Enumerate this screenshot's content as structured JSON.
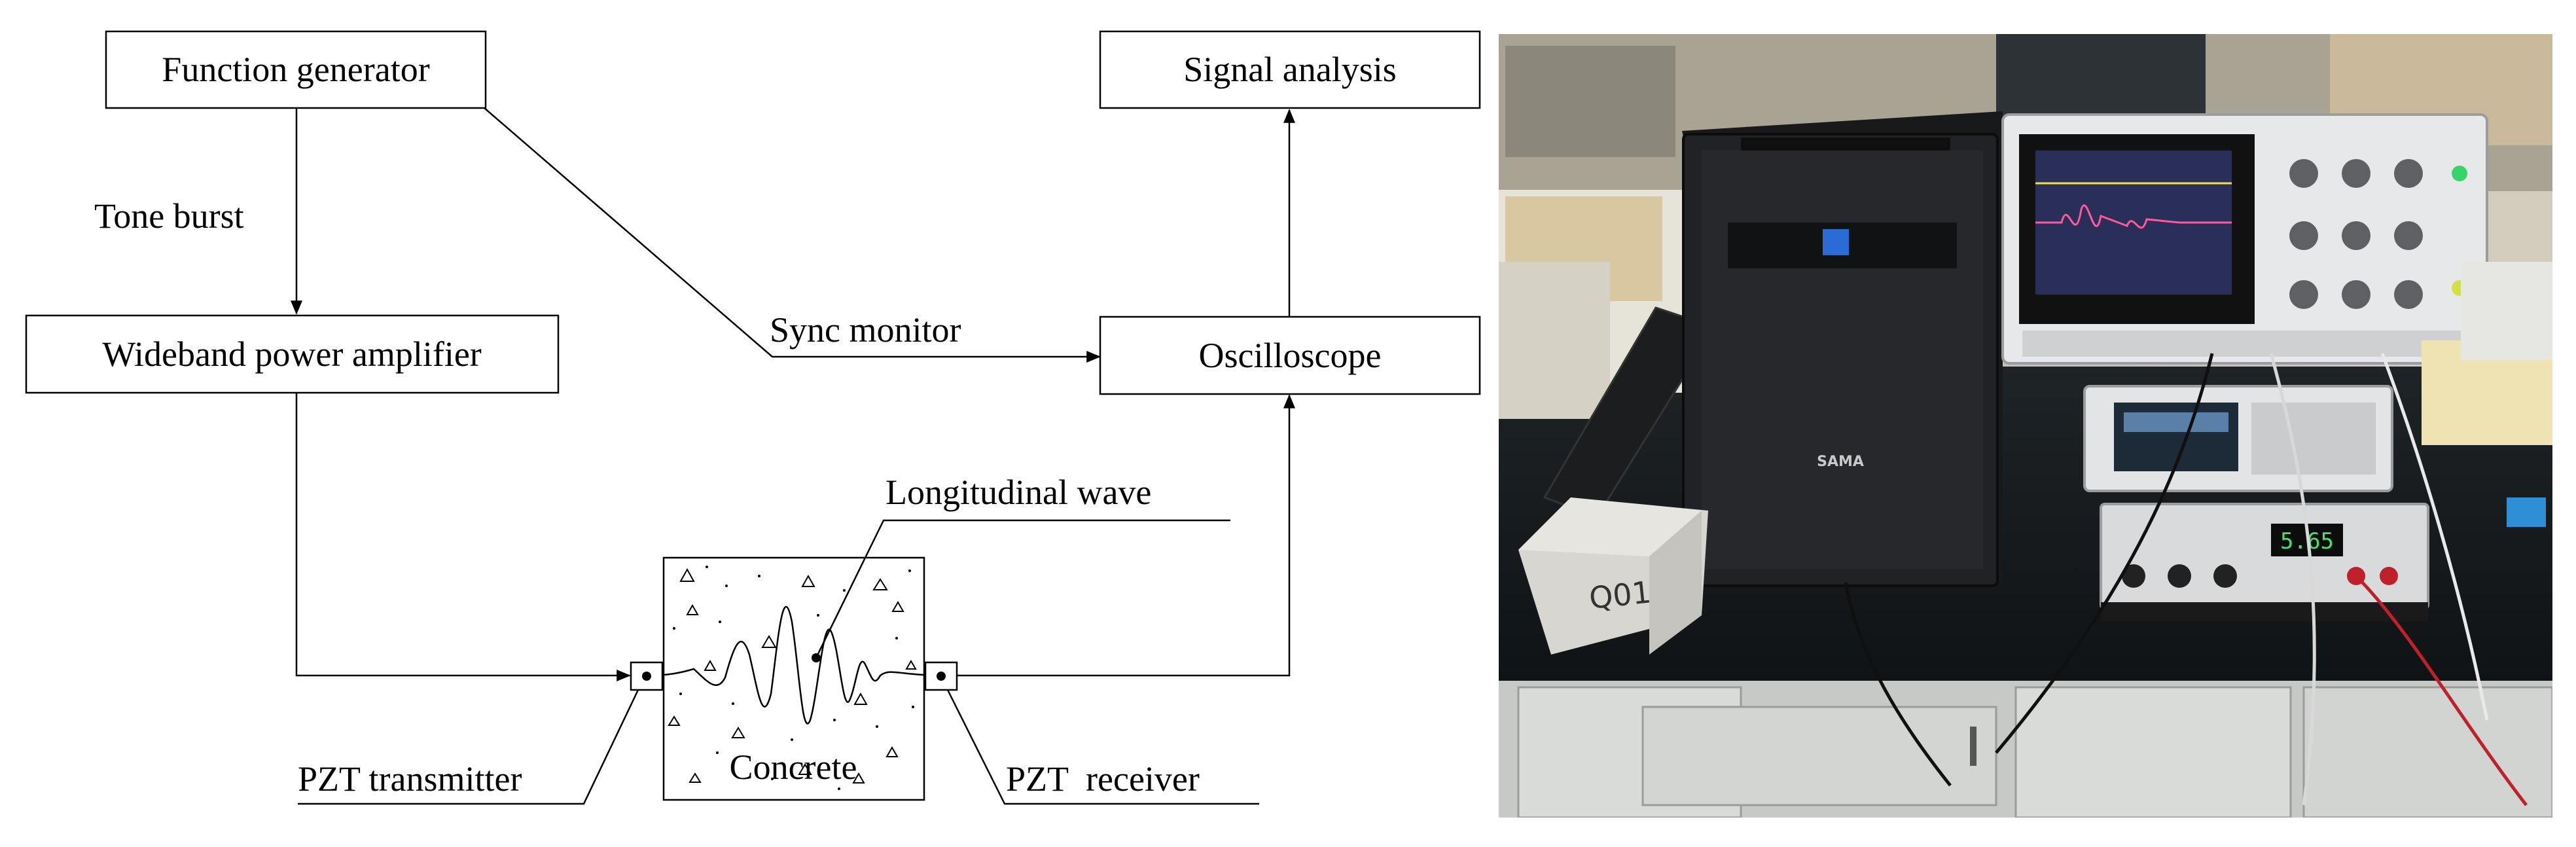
{
  "diagram": {
    "blocks": {
      "function_generator": "Function generator",
      "wideband_amplifier": "Wideband power amplifier",
      "signal_analysis": "Signal analysis",
      "oscilloscope": "Oscilloscope"
    },
    "edge_labels": {
      "tone_burst": "Tone burst",
      "sync_monitor": "Sync monitor"
    },
    "callouts": {
      "longitudinal_wave": "Longitudinal wave",
      "pzt_transmitter": "PZT transmitter",
      "pzt_receiver": "PZT  receiver"
    },
    "specimen_label": "Concrete"
  },
  "photo": {
    "computer_brand": "SAMA",
    "specimen_marking": "Q01",
    "power_display_value": "5.65"
  }
}
